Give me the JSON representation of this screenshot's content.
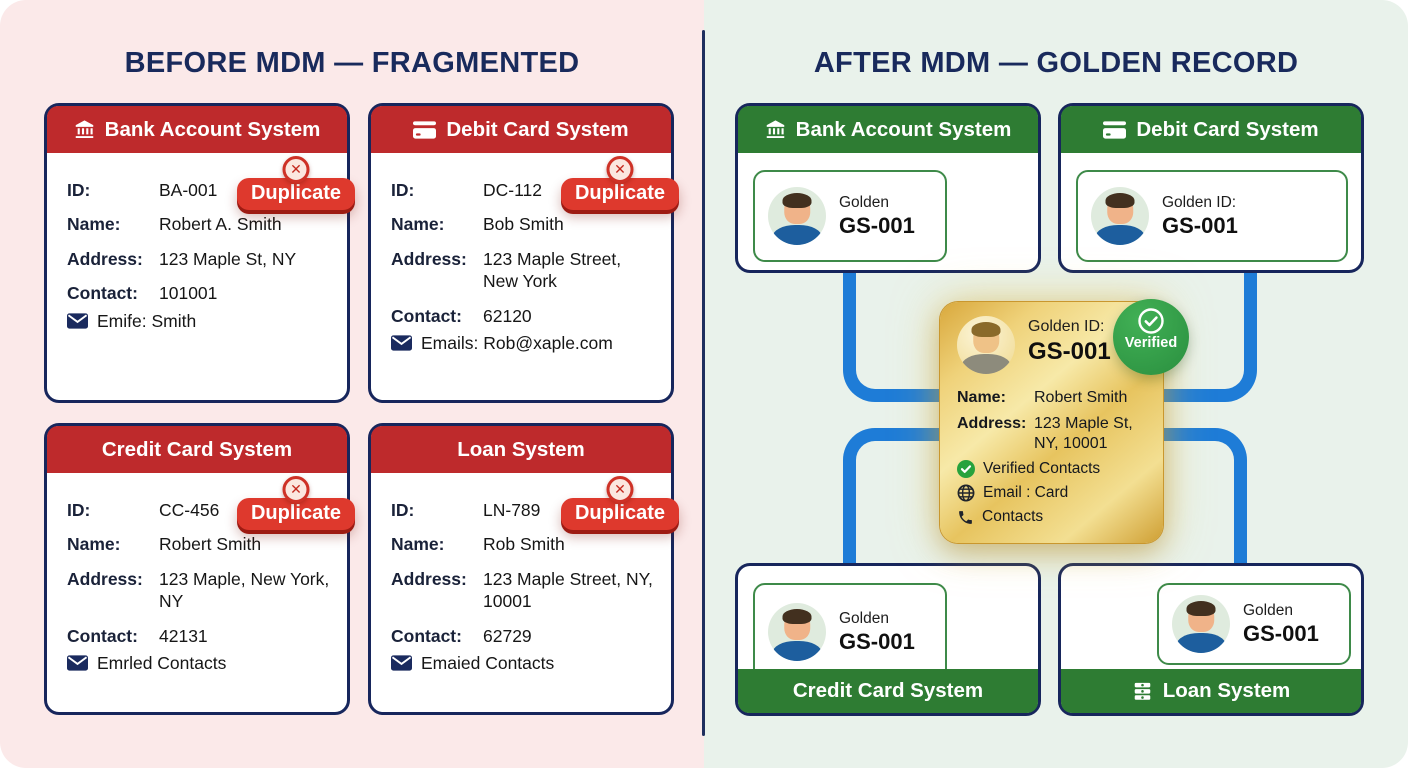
{
  "before": {
    "title": "BEFORE MDM — FRAGMENTED",
    "duplicate_label": "Duplicate",
    "cards": [
      {
        "title": "Bank Account System",
        "rows": [
          [
            "ID:",
            "BA-001"
          ],
          [
            "Name:",
            "Robert A. Smith"
          ],
          [
            "Address:",
            "123 Maple St, NY"
          ],
          [
            "Contact:",
            "101001"
          ]
        ],
        "email": "Emife: Smith"
      },
      {
        "title": "Debit Card System",
        "rows": [
          [
            "ID:",
            "DC-112"
          ],
          [
            "Name:",
            "Bob Smith"
          ],
          [
            "Address:",
            "123 Maple Street, New York"
          ],
          [
            "Contact:",
            "62120"
          ]
        ],
        "email": "Emails: Rob@xaple.com"
      },
      {
        "title": "Credit Card System",
        "rows": [
          [
            "ID:",
            "CC-456"
          ],
          [
            "Name:",
            "Robert Smith"
          ],
          [
            "Address:",
            "123 Maple, New York, NY"
          ],
          [
            "Contact:",
            "42131"
          ]
        ],
        "email": "Emrled Contacts"
      },
      {
        "title": "Loan System",
        "rows": [
          [
            "ID:",
            "LN-789"
          ],
          [
            "Name:",
            "Rob Smith"
          ],
          [
            "Address:",
            "123 Maple Street, NY, 10001"
          ],
          [
            "Contact:",
            "62729"
          ]
        ],
        "email": "Emaied Contacts"
      }
    ]
  },
  "after": {
    "title": "AFTER MDM — GOLDEN RECORD",
    "systems": [
      {
        "title": "Bank Account System",
        "golden_label": "Golden",
        "golden_id": "GS-001"
      },
      {
        "title": "Debit Card System",
        "golden_label": "Golden ID:",
        "golden_id": "GS-001"
      },
      {
        "title": "Credit Card System",
        "golden_label": "Golden",
        "golden_id": "GS-001"
      },
      {
        "title": "Loan System",
        "golden_label": "Golden",
        "golden_id": "GS-001"
      }
    ],
    "golden_record": {
      "id_label": "Golden ID:",
      "id": "GS-001",
      "verified_label": "Verified",
      "name_label": "Name:",
      "name": "Robert Smith",
      "address_label": "Address:",
      "address": "123 Maple St, NY, 10001",
      "features": [
        "Verified Contacts",
        "Email : Card",
        "Contacts"
      ]
    }
  },
  "icons": {
    "duplicate_x": "✕"
  },
  "colors": {
    "navy": "#17265C",
    "red_header": "#BE2A2C",
    "red_badge": "#DE392D",
    "green_header": "#2E7C33",
    "blue_connector": "#1E7CD7",
    "left_bg": "#FBE9E9",
    "right_bg": "#E9F2EB",
    "gold": "#E9C766"
  }
}
